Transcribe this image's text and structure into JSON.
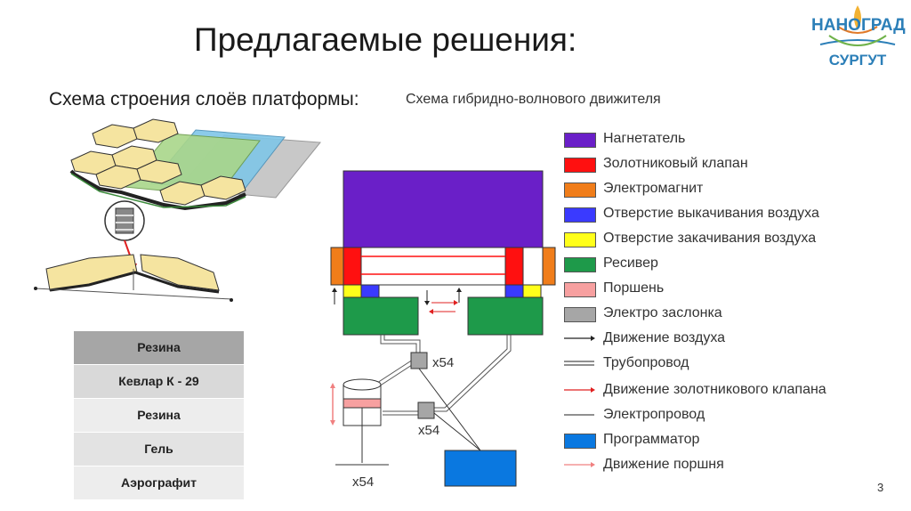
{
  "title": "Предлагаемые решения:",
  "subtitle_left": "Схема строения слоёв платформы:",
  "subtitle_right": "Схема гибридно-волнового движителя",
  "logo": {
    "top": "НАНОГРАД",
    "bottom": "СУРГУТ"
  },
  "layers": [
    {
      "label": "Резина",
      "color": "#a6a6a6"
    },
    {
      "label": "Кевлар К - 29",
      "color": "#d9d9d9"
    },
    {
      "label": "Резина",
      "color": "#ededed"
    },
    {
      "label": "Гель",
      "color": "#e3e3e3"
    },
    {
      "label": "Аэрографит",
      "color": "#ededed"
    }
  ],
  "legend": [
    {
      "label": "Нагнетатель",
      "color": "#6a1fc8",
      "kind": "swatch"
    },
    {
      "label": "Золотниковый клапан",
      "color": "#ff1010",
      "kind": "swatch"
    },
    {
      "label": "Электромагнит",
      "color": "#f07d1a",
      "kind": "swatch"
    },
    {
      "label": "Отверстие выкачивания воздуха",
      "color": "#3a3aff",
      "kind": "swatch"
    },
    {
      "label": "Отверстие закачивания воздуха",
      "color": "#ffff1a",
      "kind": "swatch"
    },
    {
      "label": "Ресивер",
      "color": "#1e9a4a",
      "kind": "swatch"
    },
    {
      "label": "Поршень",
      "color": "#f7a0a0",
      "kind": "swatch"
    },
    {
      "label": "Электро заслонка",
      "color": "#a6a6a6",
      "kind": "swatch"
    },
    {
      "label": "Движение воздуха",
      "color": "#222222",
      "kind": "arrow"
    },
    {
      "label": "Трубопровод",
      "color": "#222222",
      "kind": "double"
    },
    {
      "label": "Движение золотникового клапана",
      "color": "#e02020",
      "kind": "arrow"
    },
    {
      "label": "Электропровод",
      "color": "#222222",
      "kind": "line"
    },
    {
      "label": "Программатор",
      "color": "#0a78e0",
      "kind": "swatch"
    },
    {
      "label": "Движение поршня",
      "color": "#f08080",
      "kind": "arrow"
    }
  ],
  "diagram_labels": {
    "x54_a": "x54",
    "x54_b": "x54",
    "x54_c": "x54"
  },
  "page_number": "3"
}
